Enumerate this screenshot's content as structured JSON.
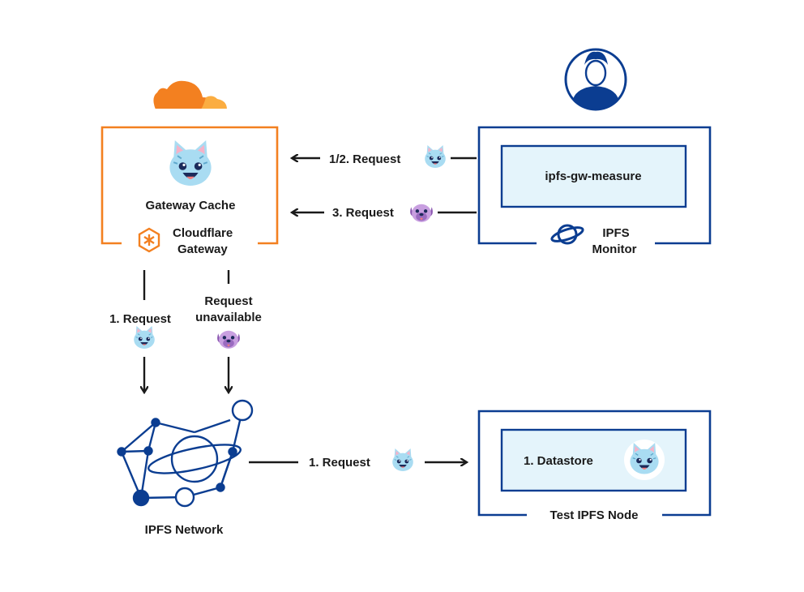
{
  "gateway": {
    "cache_label": "Gateway Cache",
    "name_line1": "Cloudflare",
    "name_line2": "Gateway"
  },
  "monitor": {
    "inner_label": "ipfs-gw-measure",
    "label_line1": "IPFS",
    "label_line2": "Monitor"
  },
  "arrows": {
    "request_12": "1/2. Request",
    "request_3": "3. Request",
    "gw_request_1": "1. Request",
    "unavailable_line1": "Request",
    "unavailable_line2": "unavailable",
    "network_request_1": "1. Request"
  },
  "network": {
    "label": "IPFS Network"
  },
  "test_node": {
    "inner_label": "1. Datastore",
    "label": "Test IPFS Node"
  },
  "colors": {
    "cloudflare_orange": "#f38020",
    "cloudflare_orange_light": "#fbad41",
    "navy": "#0b3d91",
    "light_blue_fill": "#e4f4fb",
    "cat_blue": "#a9dcf2",
    "pug_purple": "#c89fe0"
  }
}
